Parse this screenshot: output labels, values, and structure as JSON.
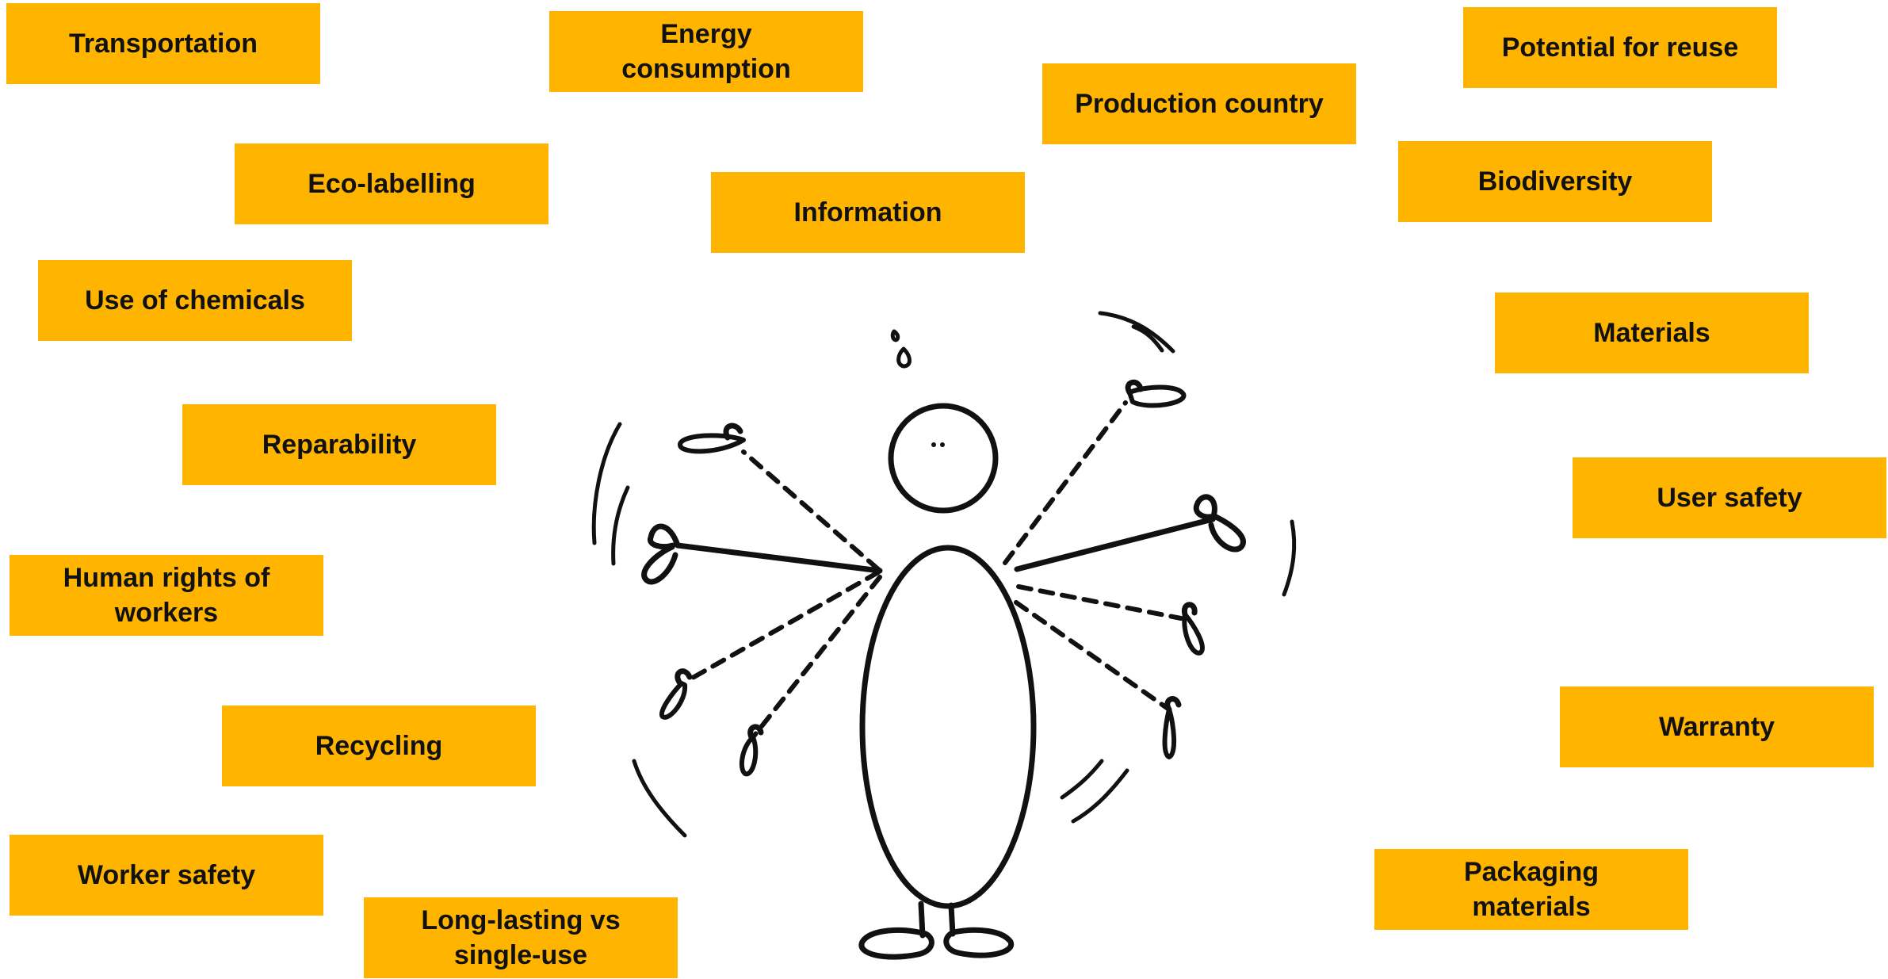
{
  "colors": {
    "tag_fill": "#FFB400",
    "tag_text": "#111111",
    "ink": "#111111",
    "background": "#ffffff"
  },
  "figure": {
    "icon": "juggling-stick-figure-icon"
  },
  "tags": [
    {
      "id": "transportation",
      "label": "Transportation"
    },
    {
      "id": "energy-consumption",
      "label": "Energy\nconsumption"
    },
    {
      "id": "production-country",
      "label": "Production country"
    },
    {
      "id": "potential-for-reuse",
      "label": "Potential for reuse"
    },
    {
      "id": "eco-labelling",
      "label": "Eco-labelling"
    },
    {
      "id": "information",
      "label": "Information"
    },
    {
      "id": "biodiversity",
      "label": "Biodiversity"
    },
    {
      "id": "use-of-chemicals",
      "label": "Use of chemicals"
    },
    {
      "id": "materials",
      "label": "Materials"
    },
    {
      "id": "reparability",
      "label": "Reparability"
    },
    {
      "id": "user-safety",
      "label": "User safety"
    },
    {
      "id": "human-rights-of-workers",
      "label": "Human rights of\nworkers"
    },
    {
      "id": "recycling",
      "label": "Recycling"
    },
    {
      "id": "warranty",
      "label": "Warranty"
    },
    {
      "id": "worker-safety",
      "label": "Worker safety"
    },
    {
      "id": "packaging-materials",
      "label": "Packaging\nmaterials"
    },
    {
      "id": "long-lasting-vs-single-use",
      "label": "Long-lasting vs\nsingle-use"
    }
  ]
}
